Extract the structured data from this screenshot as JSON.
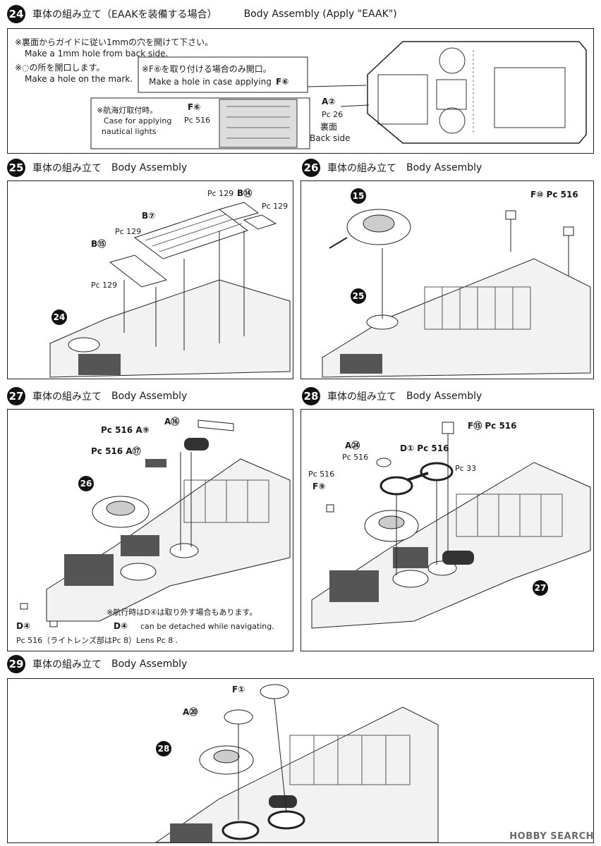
{
  "steps": [
    {
      "num": "24",
      "jp": "車体の組み立て（EAAKを装備する場合）",
      "en": "Body Assembly (Apply \"EAAK\")"
    },
    {
      "num": "25",
      "jp": "車体の組み立て",
      "en": "Body Assembly"
    },
    {
      "num": "26",
      "jp": "車体の組み立て",
      "en": "Body Assembly"
    },
    {
      "num": "27",
      "jp": "車体の組み立て",
      "en": "Body Assembly"
    },
    {
      "num": "28",
      "jp": "車体の組み立て",
      "en": "Body Assembly"
    },
    {
      "num": "29",
      "jp": "車体の組み立て",
      "en": "Body Assembly"
    }
  ],
  "step24": {
    "note1_jp": "※裏面からガイドに従い1mmの穴を開けて下さい。",
    "note1_en": "Make a 1mm hole from back side.",
    "note2_jp": "※◌の所を開口します。",
    "note2_en": "Make a hole on the mark.",
    "note3_jp": "※F⑥を取り付ける場合のみ開口。",
    "note3_en": "Make a hole in case applying",
    "note3_part": "F⑥",
    "note4_jp": "※航海灯取付時。",
    "note4_en1": "Case for applying",
    "note4_en2": "nautical lights",
    "part_f6": "F⑥",
    "pc516": "Pc 516",
    "part_a2": "A②",
    "pc26": "Pc 26",
    "back_jp": "裏面",
    "back_en": "Back side"
  },
  "step25": {
    "labels": [
      "Pc 129",
      "B⑭",
      "Pc 129",
      "B⑦",
      "Pc 129",
      "B⑮",
      "Pc 129"
    ],
    "ref": "24"
  },
  "step26": {
    "labels": [
      "F⑩ Pc 516"
    ],
    "refs": [
      "15",
      "25"
    ]
  },
  "step27": {
    "labels": [
      "A⑯",
      "Pc 516 A⑨",
      "Pc 516 A⑰",
      "D④"
    ],
    "ref": "26",
    "note_jp": "※航行時はD④は取り外す場合もあります。",
    "note_en": "can be detached while navigating.",
    "note_part": "D④",
    "lens_note": "Pc 516（ライトレンズ部はPc 8）Lens Pc 8 ."
  },
  "step28": {
    "labels": [
      "F⑮ Pc 516",
      "A㉔",
      "Pc 516",
      "D① Pc 516",
      "Pc 33",
      "Pc 516",
      "F⑨"
    ],
    "ref": "27"
  },
  "step29": {
    "labels": [
      "F①",
      "A⑳"
    ],
    "ref": "28"
  },
  "watermark": "HOBBY SEARCH"
}
